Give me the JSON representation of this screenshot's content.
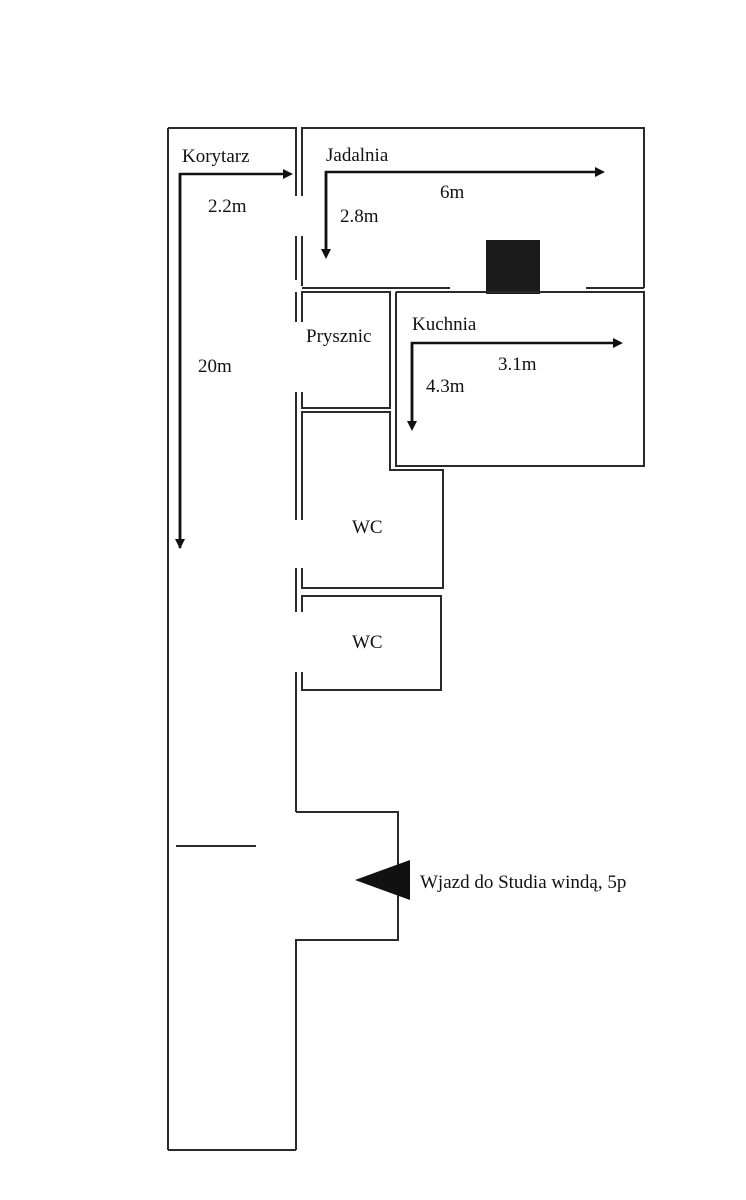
{
  "rooms": {
    "corridor": "Korytarz",
    "dining": "Jadalnia",
    "shower": "Prysznic",
    "kitchen": "Kuchnia",
    "wc_1": "WC",
    "wc_2": "WC"
  },
  "dimensions": {
    "corridor_width": "2.2m",
    "corridor_length": "20m",
    "dining_depth": "2.8m",
    "dining_width": "6m",
    "kitchen_width": "3.1m",
    "kitchen_depth": "4.3m"
  },
  "entrance": {
    "label": "Wjazd do Studia windą, 5p"
  },
  "colors": {
    "walls": "#2a2a2a",
    "arrows": "#111111",
    "pillar": "#1a1a1a",
    "background": "#ffffff"
  }
}
